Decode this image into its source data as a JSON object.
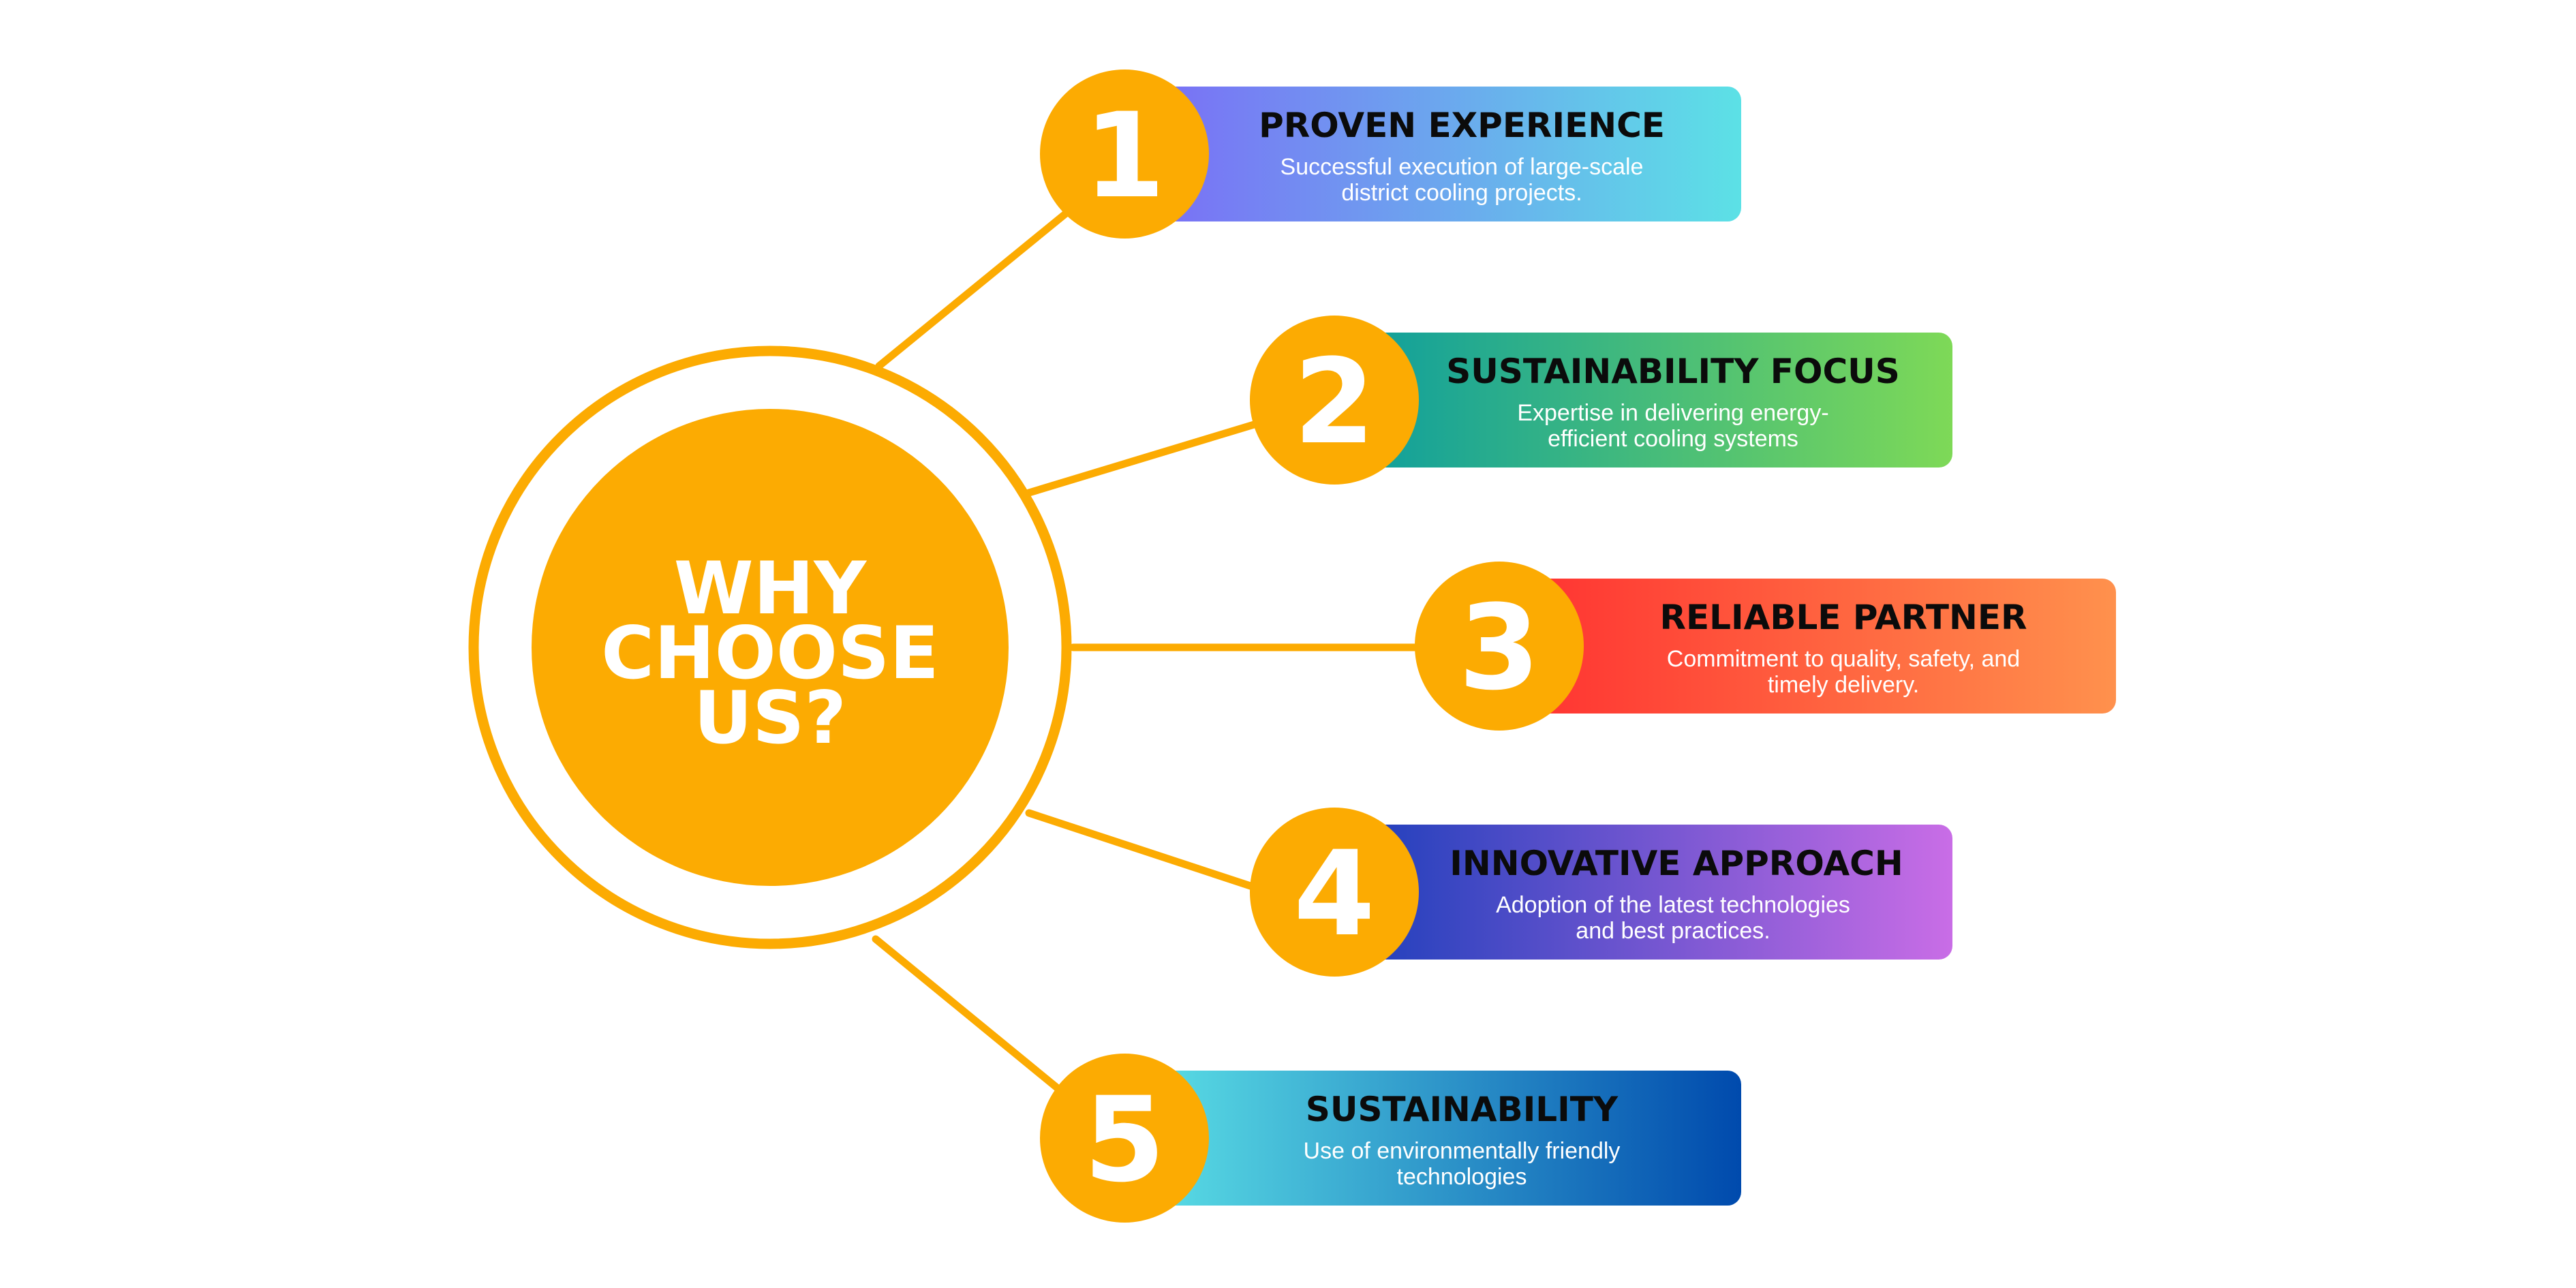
{
  "center": {
    "lines": [
      "WHY",
      "CHOOSE",
      "US?"
    ],
    "color": "#FCAB02"
  },
  "connector_color": "#FCAB02",
  "items": [
    {
      "number": "1",
      "title": "PROVEN EXPERIENCE",
      "desc_lines": [
        "Successful execution of large-scale",
        "district cooling projects."
      ],
      "gradient": [
        "#7B6CF6",
        "#5CE1E6"
      ]
    },
    {
      "number": "2",
      "title": "SUSTAINABILITY FOCUS",
      "desc_lines": [
        "Expertise in delivering energy-",
        "efficient cooling systems"
      ],
      "gradient": [
        "#0D9E9E",
        "#7ED957"
      ]
    },
    {
      "number": "3",
      "title": "RELIABLE PARTNER",
      "desc_lines": [
        "Commitment to quality, safety, and",
        "timely delivery."
      ],
      "gradient": [
        "#FF3131",
        "#FF914D"
      ]
    },
    {
      "number": "4",
      "title": "INNOVATIVE APPROACH",
      "desc_lines": [
        "Adoption of the latest technologies",
        "and best practices."
      ],
      "gradient": [
        "#1D3FBB",
        "#C96DE6"
      ]
    },
    {
      "number": "5",
      "title": "SUSTAINABILITY",
      "desc_lines": [
        "Use of environmentally friendly",
        "technologies"
      ],
      "gradient": [
        "#5CE1E6",
        "#004AAD"
      ]
    }
  ]
}
